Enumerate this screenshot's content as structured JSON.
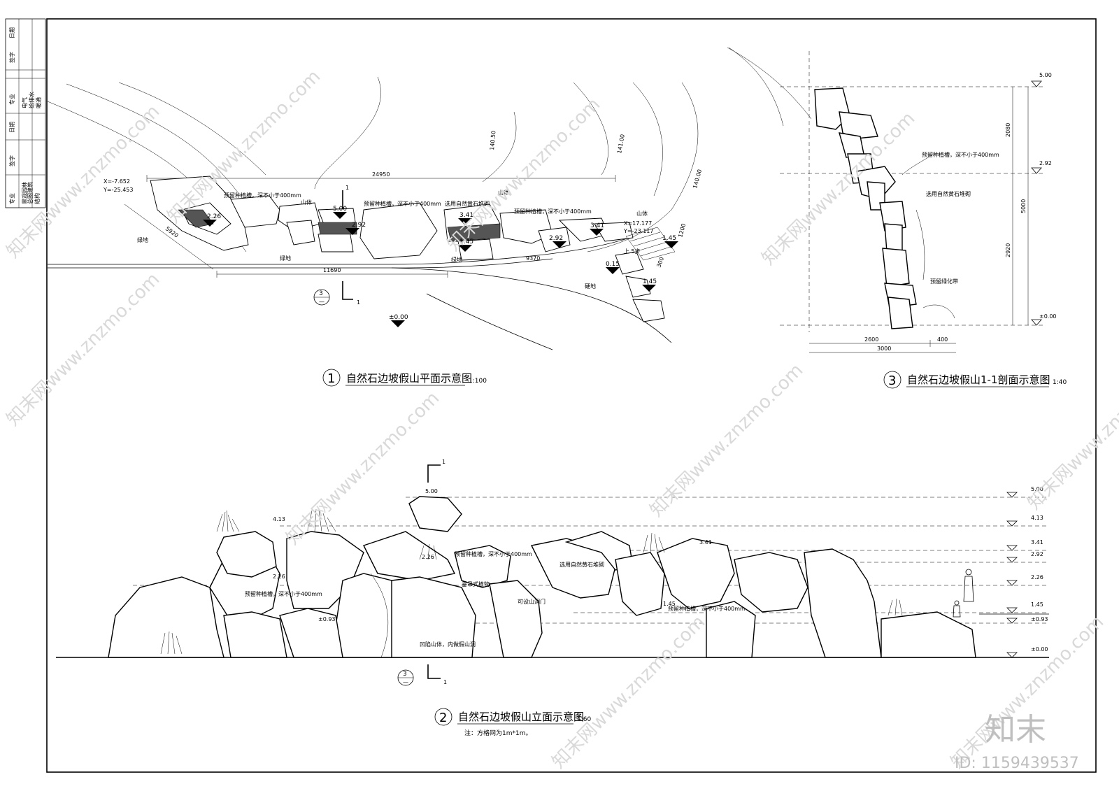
{
  "title_block": {
    "cells": [
      "专业",
      "签字",
      "日期",
      "专业",
      "签字",
      "日期"
    ],
    "disciplines": [
      "景观园林",
      "总图建筑",
      "结构",
      "电气",
      "给排水",
      "暖通"
    ]
  },
  "plan": {
    "title_no": "1",
    "title": "自然石边坡假山平面示意图",
    "scale": "1:100",
    "dim_top": "24950",
    "dim_left": "5920",
    "dim_bottom_a": "11690",
    "dim_bottom_b": "9370",
    "dim_stair_a": "1200",
    "dim_stair_b": "300",
    "coord_a": [
      "X=-7.652",
      "Y=-25.453"
    ],
    "coord_b": [
      "X=17.177",
      "Y=-23.117"
    ],
    "contours": [
      "141.00",
      "140.50",
      "140.00"
    ],
    "labels": {
      "mount1": "山体",
      "mount2": "山体",
      "mount3": "山体",
      "green1": "绿地",
      "green2": "绿地",
      "green3": "绿地",
      "hard": "硬地",
      "stair": "上 5步"
    },
    "notes": {
      "groove1": "预留种植槽，深不小于400mm",
      "groove2": "预留种植槽，深不小于400mm",
      "groove3": "预留种植槽，深不小于400mm",
      "stone": "选用自然黄石堆砌"
    },
    "elevations": {
      "e1": "2.26",
      "e2": "5.00",
      "e3": "2.92",
      "e4": "3.41",
      "e5": "1.45",
      "e6": "2.92",
      "e7": "3.41",
      "e8": "1.45",
      "e9": "0.15",
      "e10": "1.45",
      "e11": "±0.00"
    },
    "section_mark": {
      "num": "3",
      "sheet": "—",
      "cut": "1"
    }
  },
  "section": {
    "title_no": "3",
    "title": "自然石边坡假山1-1剖面示意图",
    "scale": "1:40",
    "levels": [
      "5.00",
      "2.92",
      "±0.00"
    ],
    "dims_v": [
      "2080",
      "2920",
      "5000"
    ],
    "dims_h": [
      "2600",
      "400",
      "3000"
    ],
    "notes": {
      "groove": "预留种植槽，深不小于400mm",
      "stone": "选用自然黄石堆砌",
      "green": "预留绿化带"
    }
  },
  "elevation": {
    "title_no": "2",
    "title": "自然石边坡假山立面示意图",
    "scale": "1:60",
    "note": "注：方格网为1m*1m。",
    "levels": [
      "5.00",
      "4.13",
      "3.41",
      "2.92",
      "2.26",
      "1.45",
      "±0.93",
      "±0.00"
    ],
    "spot_elev": {
      "a": "5.00",
      "b": "4.13",
      "c": "2.26",
      "d": "±0.93",
      "e": "2.26",
      "f": "3.41",
      "g": "1.45"
    },
    "notes": {
      "groove1": "预留种植槽，深不小于400mm",
      "groove2": "预留种植槽，深不小于400mm",
      "groove3": "预留种植槽，深不小于400mm",
      "stone": "选用自然黄石堆砌",
      "plant": "垂吊式植物",
      "cave_gate": "可设山洞门",
      "cave": "凹陷山体，内做假山洞"
    },
    "cut_mark": {
      "num": "3",
      "sheet": "—",
      "cut": "1"
    }
  },
  "watermark": {
    "brand": "知末",
    "id": "ID: 1159439537",
    "repeat": "知末网www.znzmo.com"
  }
}
